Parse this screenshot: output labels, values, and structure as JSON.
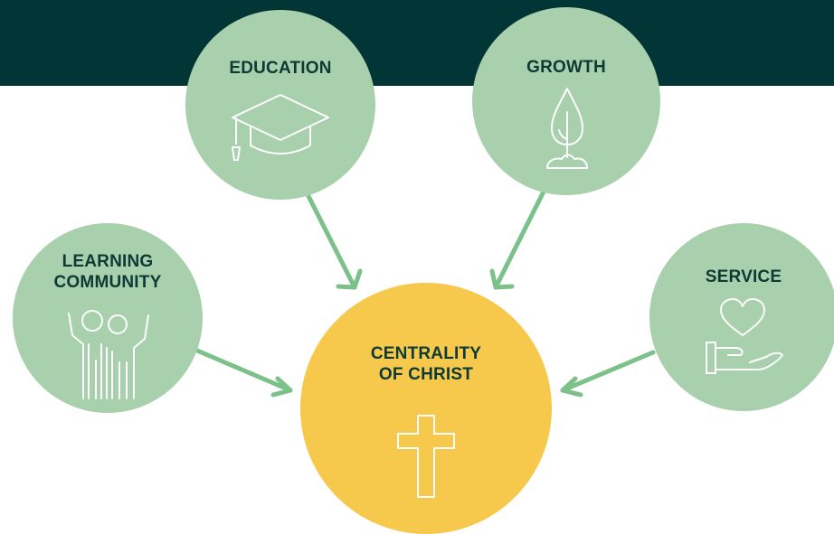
{
  "colors": {
    "band": "#013536",
    "node_fill": "#a8d0ac",
    "center_fill": "#f6c84c",
    "arrow": "#7cc08a",
    "text": "#0d3a34",
    "icon_stroke": "#ffffff"
  },
  "nodes": {
    "education": {
      "label": "EDUCATION",
      "icon": "graduation-cap-icon"
    },
    "growth": {
      "label": "GROWTH",
      "icon": "sprout-flame-icon"
    },
    "learning_community": {
      "label_lines": [
        "LEARNING",
        "COMMUNITY"
      ],
      "icon": "people-waving-icon"
    },
    "service": {
      "label": "SERVICE",
      "icon": "heart-in-hand-icon"
    },
    "center": {
      "label_lines": [
        "CENTRALITY",
        "OF CHRIST"
      ],
      "icon": "cross-icon"
    }
  }
}
